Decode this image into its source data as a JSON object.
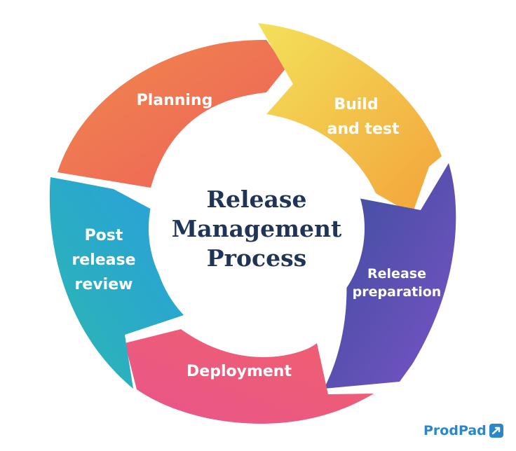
{
  "center": {
    "line1": "Release",
    "line2": "Management",
    "line3": "Process"
  },
  "stages": [
    {
      "lines": [
        "Planning"
      ],
      "color_start": "#f08a4b",
      "color_end": "#ee5f5b"
    },
    {
      "lines": [
        "Build",
        "and test"
      ],
      "color_start": "#f3e15a",
      "color_end": "#f3a33a"
    },
    {
      "lines": [
        "Release",
        "preparation"
      ],
      "color_start": "#3a4f9c",
      "color_end": "#7a52c6"
    },
    {
      "lines": [
        "Deployment"
      ],
      "color_start": "#e9558c",
      "color_end": "#f0606b"
    },
    {
      "lines": [
        "Post",
        "release",
        "review"
      ],
      "color_start": "#2bb8b0",
      "color_end": "#2a9ede"
    }
  ],
  "brand": {
    "name": "ProdPad",
    "icon": "prodpad-logo-icon",
    "color": "#2a88c9"
  }
}
